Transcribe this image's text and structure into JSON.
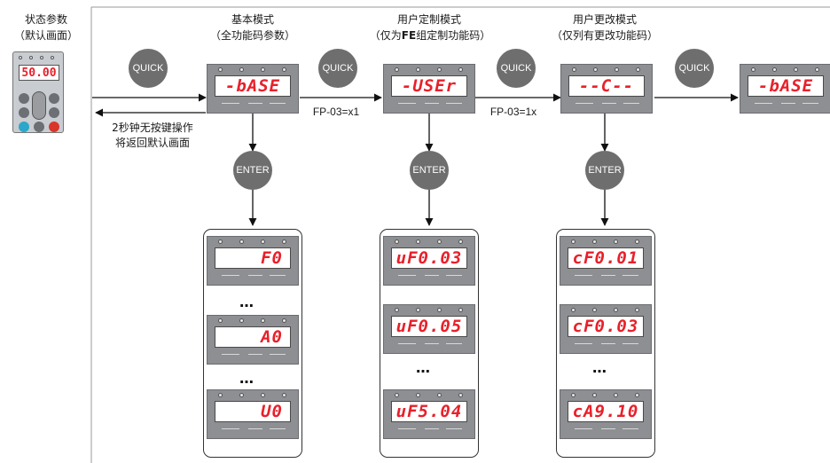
{
  "status": {
    "line1": "状态参数",
    "line2": "（默认画面）",
    "display": "50.00"
  },
  "modes": [
    {
      "title": "基本模式",
      "subtitle": "（全功能码参数）",
      "display": "-bASE"
    },
    {
      "title": "用户定制模式",
      "subtitle_pre": "（仅为",
      "subtitle_bold": "FE",
      "subtitle_post": "组定制功能码）",
      "display": "-USEr"
    },
    {
      "title": "用户更改模式",
      "subtitle": "（仅列有更改功能码）",
      "display": "--C--"
    },
    {
      "title": "",
      "display": "-bASE"
    }
  ],
  "buttons": {
    "quick": "QUICK",
    "enter": "ENTER"
  },
  "conditions": {
    "user": "FP-03=x1",
    "change": "FP-03=1x"
  },
  "return_note": {
    "line1": "2秒钟无按键操作",
    "line2": "将返回默认画面"
  },
  "lists": {
    "basic": [
      "F0",
      "A0",
      "U0"
    ],
    "user": [
      "uF0.03",
      "uF0.05",
      "uF5.04"
    ],
    "change": [
      "cF0.01",
      "cF0.03",
      "cA9.10"
    ]
  },
  "ellipsis": "…",
  "colors": {
    "led_text": "#e8202a",
    "button_fill": "#6e6e6e",
    "panel_fill": "#8d8f92"
  }
}
